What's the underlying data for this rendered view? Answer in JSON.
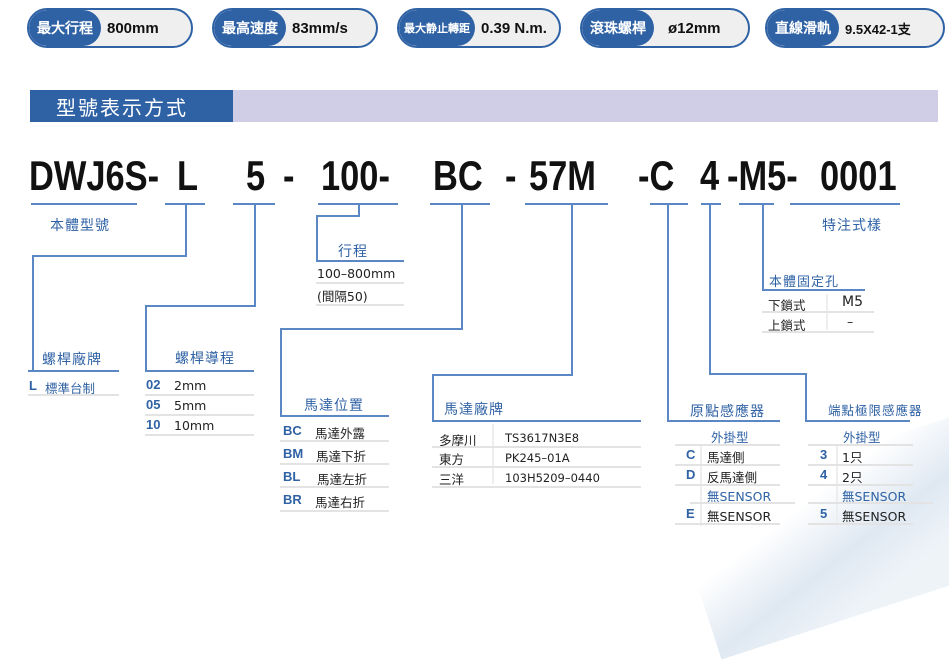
{
  "specs": [
    {
      "label": "最大行程",
      "value": "800mm"
    },
    {
      "label": "最高速度",
      "value": "83mm/s"
    },
    {
      "label": "最大静止轉距",
      "value": "0.39 N.m."
    },
    {
      "label": "滾珠螺桿",
      "value": "ø12mm"
    },
    {
      "label": "直線滑軌",
      "value": "9.5X42-1支"
    }
  ],
  "section_title": "型號表示方式",
  "code": [
    "DWJ6S-",
    "L",
    "5",
    "-",
    "100-",
    "BC",
    "-",
    "57M",
    "-C",
    "4",
    "-M5-",
    "0001"
  ],
  "body_model": {
    "label": "本體型號"
  },
  "screw_brand": {
    "label": "螺桿廠牌",
    "rows": [
      {
        "code": "L",
        "text": "標準台制"
      }
    ]
  },
  "screw_lead": {
    "label": "螺桿導程",
    "rows": [
      {
        "code": "02",
        "text": "2mm"
      },
      {
        "code": "05",
        "text": "5mm"
      },
      {
        "code": "10",
        "text": "10mm"
      }
    ]
  },
  "stroke": {
    "label": "行程",
    "rows": [
      "100–800mm",
      "(間隔50)"
    ]
  },
  "motor_position": {
    "label": "馬達位置",
    "rows": [
      {
        "code": "BC",
        "text": "馬達外露"
      },
      {
        "code": "BM",
        "text": "馬達下折"
      },
      {
        "code": "BL",
        "text": "馬達左折"
      },
      {
        "code": "BR",
        "text": "馬達右折"
      }
    ]
  },
  "motor_brand": {
    "label": "馬達廠牌",
    "rows": [
      {
        "brand": "多摩川",
        "model": "TS3617N3E8"
      },
      {
        "brand": "東方",
        "model": "PK245–01A"
      },
      {
        "brand": "三洋",
        "model": "103H5209–0440"
      }
    ]
  },
  "home_sensor": {
    "label": "原點感應器",
    "type": "外掛型",
    "rows": [
      {
        "code": "C",
        "text": "馬達側"
      },
      {
        "code": "D",
        "text": "反馬達側"
      }
    ],
    "none_label": "無SENSOR",
    "none_row": {
      "code": "E",
      "text": "無SENSOR"
    }
  },
  "limit_sensor": {
    "label": "端點極限感應器",
    "type": "外掛型",
    "rows": [
      {
        "code": "3",
        "text": "1只"
      },
      {
        "code": "4",
        "text": "2只"
      }
    ],
    "none_label": "無SENSOR",
    "none_row": {
      "code": "5",
      "text": "無SENSOR"
    }
  },
  "mount_hole": {
    "label": "本體固定孔",
    "rows": [
      {
        "type": "下鎖式",
        "value": "M5"
      },
      {
        "type": "上鎖式",
        "value": "–"
      }
    ]
  },
  "special": {
    "label": "特注式樣"
  }
}
